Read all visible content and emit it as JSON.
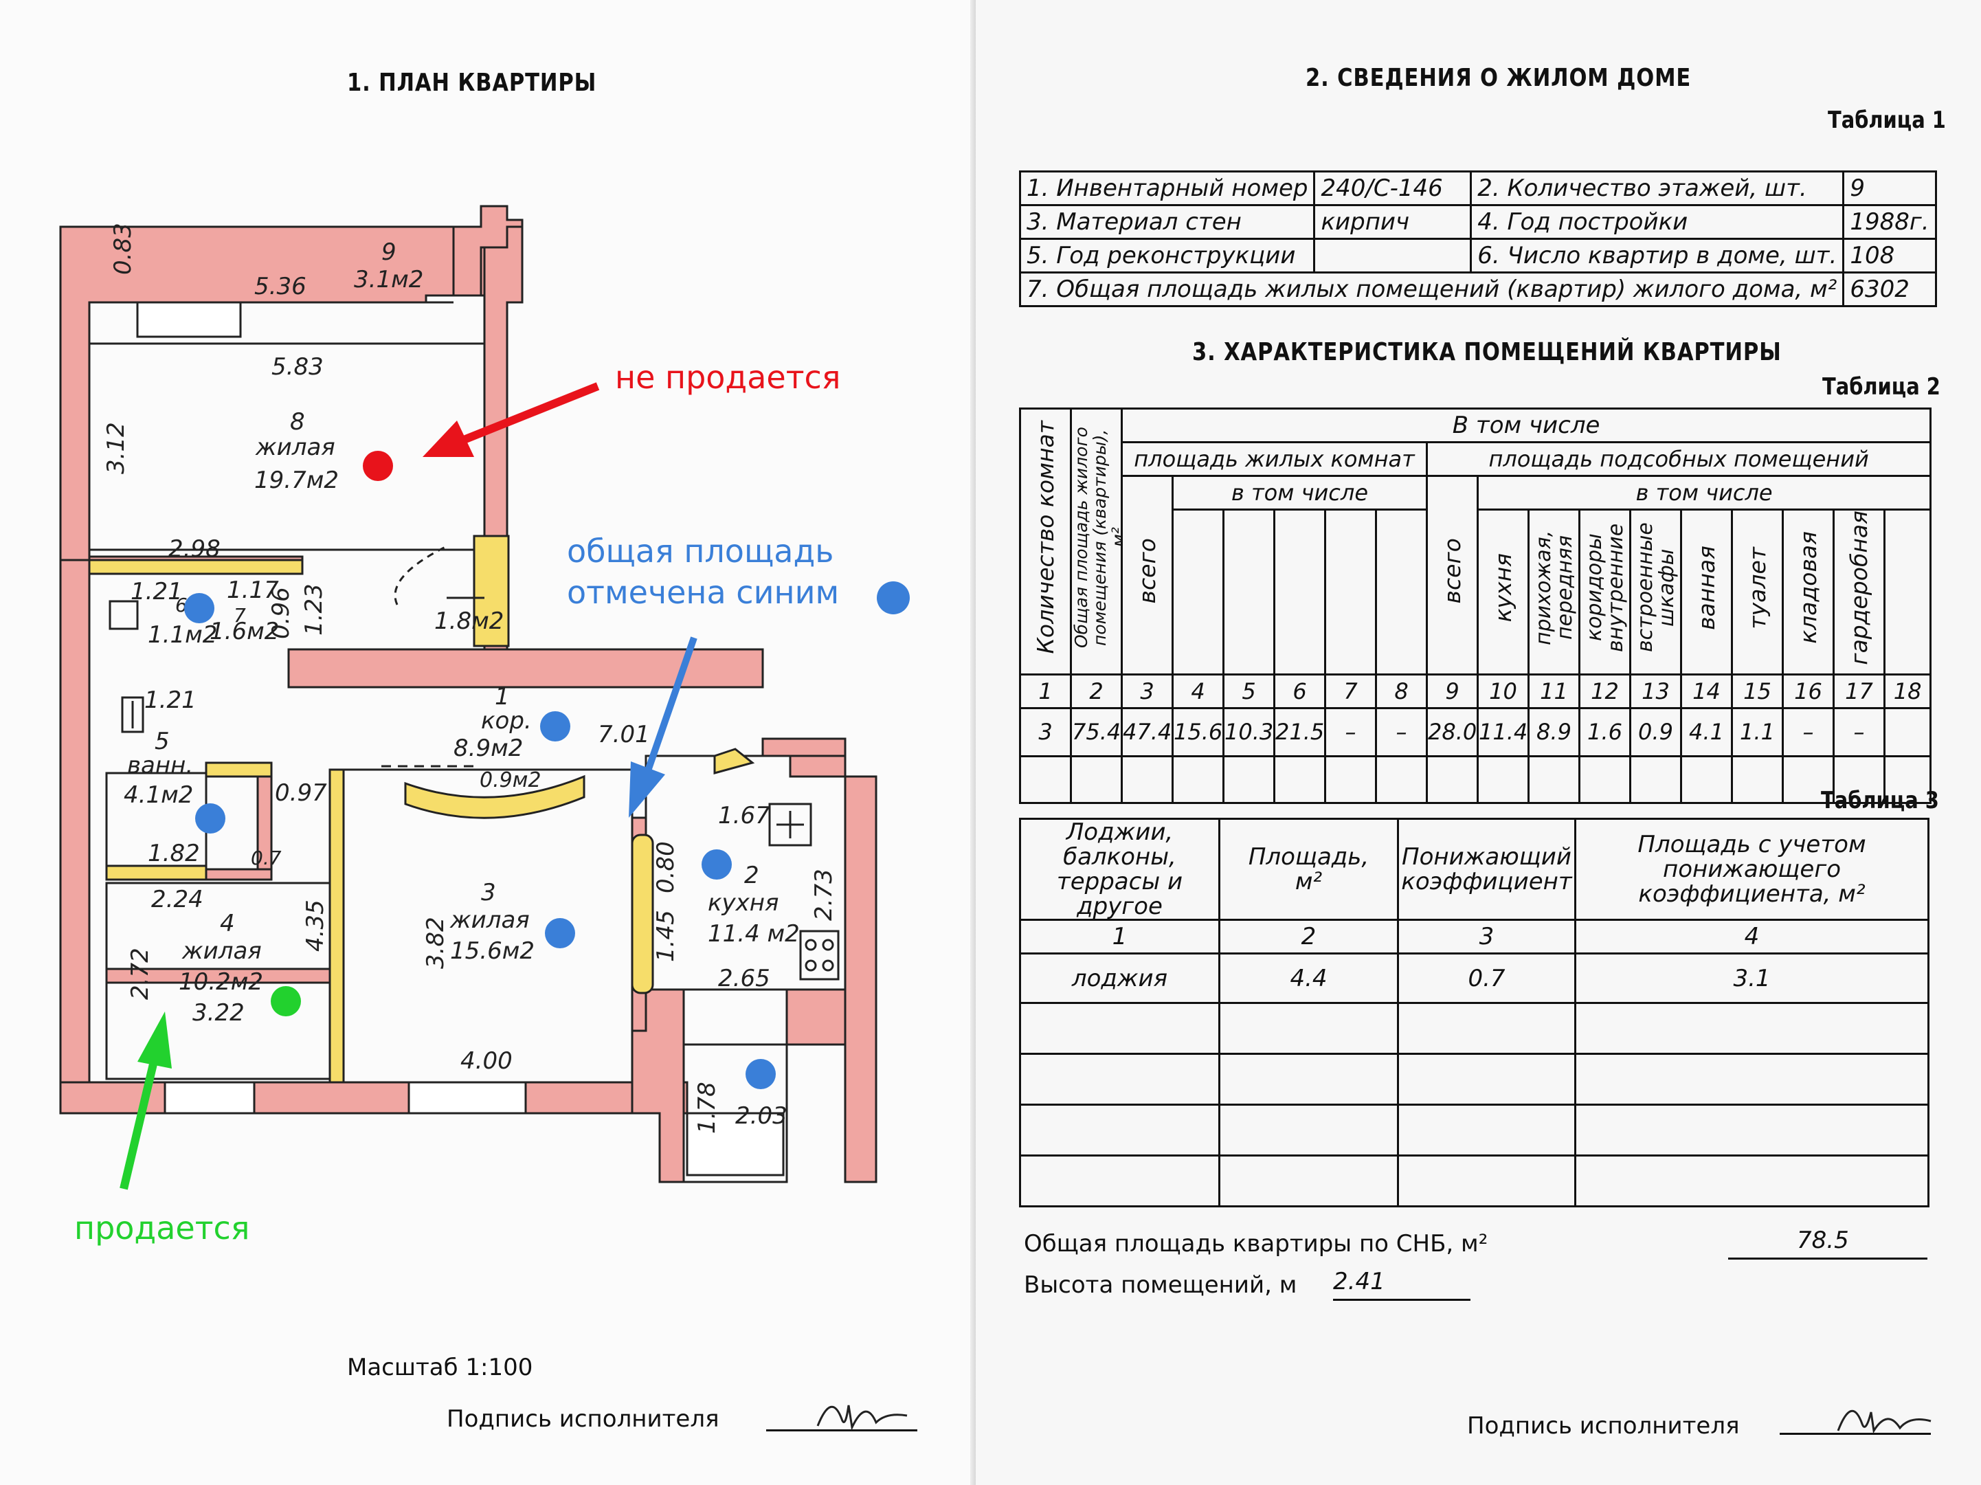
{
  "left": {
    "title": "1. ПЛАН КВАРТИРЫ",
    "scale_label": "Масштаб 1:100",
    "signature_label": "Подпись исполнителя",
    "annotations": {
      "not_for_sale": "не продается",
      "total_area_line1": "общая площадь",
      "total_area_line2": "отмечена синим",
      "for_sale": "продается"
    },
    "annotation_colors": {
      "red": "#e8131b",
      "blue": "#3a7fd8",
      "green": "#22d12e"
    },
    "plan_labels": {
      "d083": "0.83",
      "d536": "5.36",
      "r9num": "9",
      "r9area": "3.1м2",
      "d583": "5.83",
      "d312": "3.12",
      "r8num": "8",
      "r8type": "жилая",
      "r8area": "19.7м2",
      "d298": "2.98",
      "d121a": "1.21",
      "r6": "6",
      "r6area": "1.1м2",
      "d117": "1.17",
      "r7": "7",
      "r7area": "1.6м2",
      "d096": "0.96",
      "d123": "1.23",
      "r_closet": "1.8м2",
      "d121b": "1.21",
      "r5num": "5",
      "r5type": "ванн.",
      "r5area": "4.1м2",
      "d097": "0.97",
      "d182": "1.82",
      "d07": "0.7",
      "r1num": "1",
      "r1type": "кор.",
      "r1area": "8.9м2",
      "r1b": "0.9м2",
      "d701": "7.01",
      "d167": "1.67",
      "d224": "2.24",
      "r4num": "4",
      "r4type": "жилая",
      "r4area": "10.2м2",
      "d322": "3.22",
      "d272": "2.72",
      "d435": "4.35",
      "r3num": "3",
      "r3type": "жилая",
      "r3area": "15.6м2",
      "d382": "3.82",
      "d080": "0.80",
      "d145": "1.45",
      "r2num": "2",
      "r2type": "кухня",
      "r2area": "11.4 м2",
      "d273": "2.73",
      "d265": "2.65",
      "d400": "4.00",
      "d178": "1.78",
      "d203": "2.03"
    }
  },
  "right": {
    "section2_title": "2. СВЕДЕНИЯ О ЖИЛОМ ДОМЕ",
    "table1_caption": "Таблица 1",
    "table1": [
      [
        "1. Инвентарный номер",
        "240/С-146",
        "2. Количество этажей, шт.",
        "9"
      ],
      [
        "3. Материал стен",
        "кирпич",
        "4. Год постройки",
        "1988г."
      ],
      [
        "5. Год реконструкции",
        "",
        "6. Число квартир в доме, шт.",
        "108"
      ],
      [
        "7. Общая площадь жилых помещений (квартир) жилого дома, м²",
        "6302"
      ]
    ],
    "section3_title": "3. ХАРАКТЕРИСТИКА ПОМЕЩЕНИЙ КВАРТИРЫ",
    "table2_caption": "Таблица 2",
    "table2_headers": {
      "rooms_count": "Количество комнат",
      "total_area": "Общая площадь жилого помещения (квартиры), м²",
      "including": "В том числе",
      "living_area": "площадь жилых комнат",
      "aux_area": "площадь подсобных помещений",
      "incl_sub": "в том числе",
      "total": "всего",
      "kitchen": "кухня",
      "hall": "прихожая, передняя",
      "corridors": "коридоры внутренние",
      "closets": "встроенные шкафы",
      "bath": "ванная",
      "toilet": "туалет",
      "storage": "кладовая",
      "wardrobe": "гардеробная"
    },
    "table2_col_numbers": [
      "1",
      "2",
      "3",
      "4",
      "5",
      "6",
      "7",
      "8",
      "9",
      "10",
      "11",
      "12",
      "13",
      "14",
      "15",
      "16",
      "17",
      "18"
    ],
    "table2_row": [
      "3",
      "75.4",
      "47.4",
      "15.6",
      "10.3",
      "21.5",
      "–",
      "–",
      "28.0",
      "11.4",
      "8.9",
      "1.6",
      "0.9",
      "4.1",
      "1.1",
      "–",
      "–",
      ""
    ],
    "table3_caption": "Таблица 3",
    "table3_headers": [
      "Лоджии, балконы, террасы и другое",
      "Площадь, м²",
      "Понижающий коэффициент",
      "Площадь с учетом понижающего коэффициента, м²"
    ],
    "table3_col_numbers": [
      "1",
      "2",
      "3",
      "4"
    ],
    "table3_row": [
      "лоджия",
      "4.4",
      "0.7",
      "3.1"
    ],
    "total_area_label": "Общая площадь квартиры по СНБ, м²",
    "total_area_value": "78.5",
    "height_label": "Высота помещений, м",
    "height_value": "2.41",
    "signature_label": "Подпись исполнителя"
  }
}
